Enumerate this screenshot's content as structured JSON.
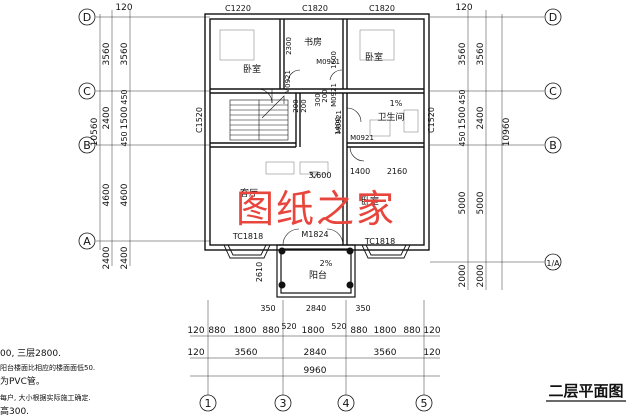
{
  "drawing": {
    "title": "二层平面图",
    "watermark": "图纸之家",
    "axes_rows": [
      "D",
      "C",
      "B",
      "A",
      "1/A"
    ],
    "axes_cols": [
      "1",
      "3",
      "4",
      "5"
    ],
    "rooms": {
      "bedroom_nw": "卧室",
      "study": "书房",
      "bedroom_ne": "卧室",
      "bathroom": "卫生间",
      "living": "客厅",
      "bedroom_se": "卧室",
      "balcony": "阳台"
    },
    "window_labels": {
      "c1220": "C1220",
      "c1820_mid": "C1820",
      "c1820_right": "C1820",
      "c1520_left": "C1520",
      "c1520_right": "C1520",
      "tc1818_left": "TC1818",
      "tc1818_right": "TC1818"
    },
    "door_labels": {
      "m0921_a": "M0921",
      "m0921_b": "M0921",
      "m0921_c": "M0921",
      "m0921_d": "M0921",
      "m0921_e": "M0921",
      "m1824": "M1824"
    },
    "interior": {
      "d2300": "2300",
      "d1600": "1600",
      "d200a": "200",
      "d200b": "200",
      "d200c": "200",
      "d300": "300",
      "d1400v": "1400",
      "d1400h": "1400",
      "d2160": "2160",
      "level": "3.600",
      "slope_bath": "1%",
      "slope_balcony": "2%",
      "d2610": "2610",
      "d350a": "350",
      "d2840_bal": "2840",
      "d350b": "350"
    },
    "left_dims": {
      "top": "120",
      "col1": [
        "3560",
        "2400",
        "4600",
        "2400"
      ],
      "col2": [
        "3560",
        "450",
        "1500",
        "450",
        "4600",
        "2400"
      ],
      "total": "10560"
    },
    "right_dims": {
      "top": "120",
      "col1": [
        "3560",
        "450",
        "1500",
        "450",
        "5000",
        "2000"
      ],
      "col2": [
        "3560",
        "2400",
        "5000",
        "2000"
      ],
      "total": "10960"
    },
    "bottom_dims": {
      "row1_left": "120",
      "row1": [
        "880",
        "1800",
        "880",
        "520",
        "1800",
        "520",
        "880",
        "1800",
        "880"
      ],
      "row1_right": "120",
      "row2_left": "120",
      "row2": [
        "3560",
        "2840",
        "3560"
      ],
      "row2_right": "120",
      "total": "9960"
    },
    "notes": {
      "line1": "00, 三层2800.",
      "line2": "阳台楼面比相应的楼面面低50.",
      "line3": "为PVC管。",
      "line4": "每户, 大小根据实际施工确定.",
      "line5": "高300."
    }
  }
}
